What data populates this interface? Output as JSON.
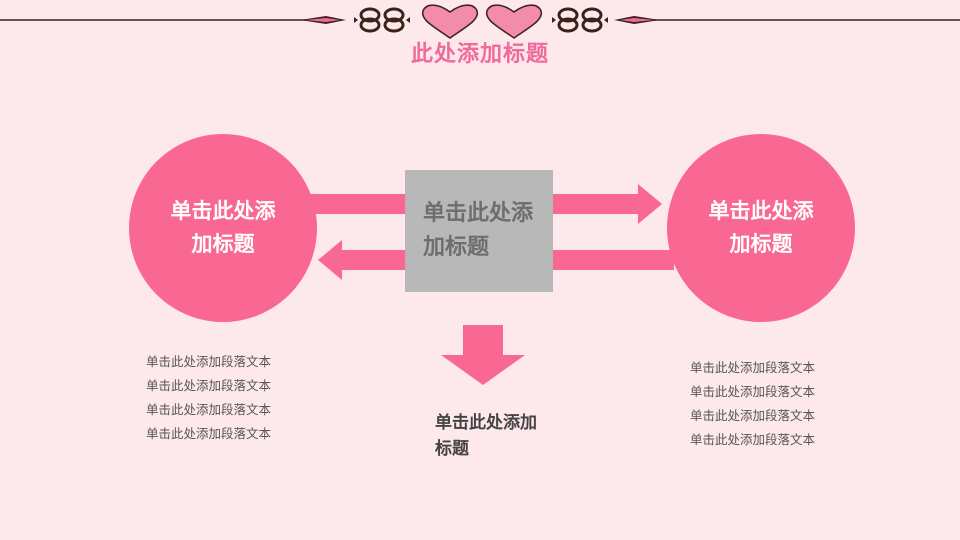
{
  "page": {
    "title": "此处添加标题",
    "background_color": "#fde8ec",
    "accent_color": "#f96893",
    "ornament_color": "#3a231a"
  },
  "left_node": {
    "label": "单击此处添加标题",
    "paragraphs": [
      "单击此处添加段落文本",
      "单击此处添加段落文本",
      "单击此处添加段落文本",
      "单击此处添加段落文本"
    ]
  },
  "right_node": {
    "label": "单击此处添加标题",
    "paragraphs": [
      "单击此处添加段落文本",
      "单击此处添加段落文本",
      "单击此处添加段落文本",
      "单击此处添加段落文本"
    ]
  },
  "center_node": {
    "label": "单击此处添加标题",
    "box_color": "#b8b8b8"
  },
  "bottom_node": {
    "label": "单击此处添加标题"
  },
  "icons": [
    "ornament-scroll-icon",
    "heart-icon",
    "arrow-right-icon",
    "arrow-left-icon",
    "arrow-down-icon"
  ]
}
